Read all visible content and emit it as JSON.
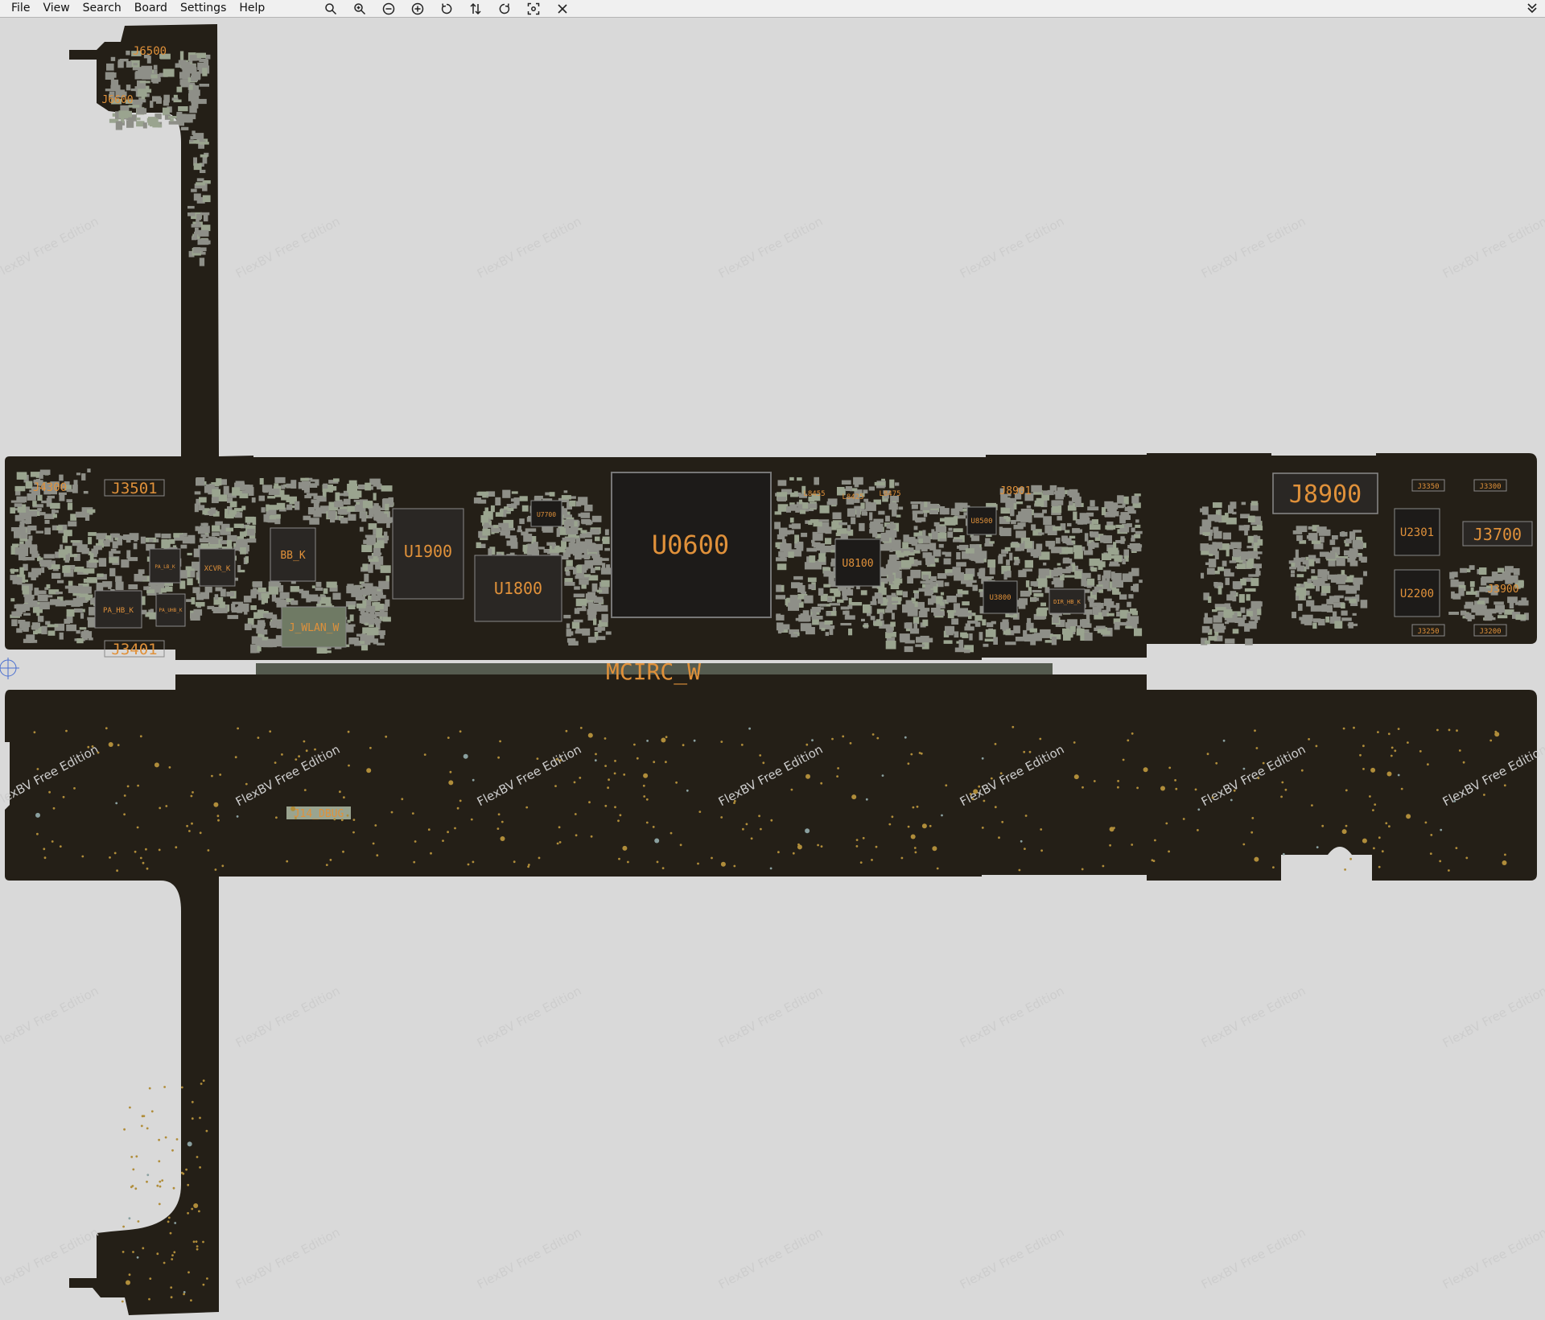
{
  "menu": [
    "File",
    "View",
    "Search",
    "Board",
    "Settings",
    "Help"
  ],
  "toolbar": [
    {
      "name": "zoom-icon"
    },
    {
      "name": "zoom-in-icon"
    },
    {
      "name": "zoom-minus-icon"
    },
    {
      "name": "zoom-plus-icon"
    },
    {
      "name": "rotate-left-icon"
    },
    {
      "name": "flip-icon"
    },
    {
      "name": "rotate-right-icon"
    },
    {
      "name": "fit-screen-icon"
    },
    {
      "name": "close-icon"
    }
  ],
  "watermark": "FlexBV Free Edition",
  "colors": {
    "board": "#241f17",
    "label": "#e0913a",
    "component": "#8e8f88",
    "pad": "#9aa48f",
    "background": "#d9d9d9",
    "chip": "#1d1b19",
    "via": "#b08d3a"
  },
  "board": {
    "connectors": {
      "top": [
        "J6500",
        "J6600"
      ],
      "left": [
        "J4300",
        "J3501",
        "J3401"
      ],
      "right": [
        "J8900",
        "J3700",
        "J3900",
        "J3350",
        "J3300",
        "J3250",
        "J3200"
      ],
      "mid": [
        "J8901"
      ]
    },
    "chips": {
      "cpu": "U0600",
      "mem1": "U1900",
      "mem2": "U1800",
      "pmic": "U8100",
      "u7700": "U7700",
      "u8500": "U8500",
      "u3800": "U3800",
      "u2301": "U2301",
      "u2200": "U2200",
      "bb": "BB_K",
      "xcvr": "XCVR_K",
      "wlan": "J_WLAN_W",
      "pa_hb": "PA_HB_K",
      "pa_lb": "PA_LB_K",
      "pa_uhb": "PA_UHB_K",
      "dir_hb": "DIR_HB_K"
    },
    "inductors": [
      "L8455",
      "L8425",
      "L8475"
    ],
    "bottom_label": "MCIRC_W",
    "debug_label": "J14_DBUG"
  }
}
